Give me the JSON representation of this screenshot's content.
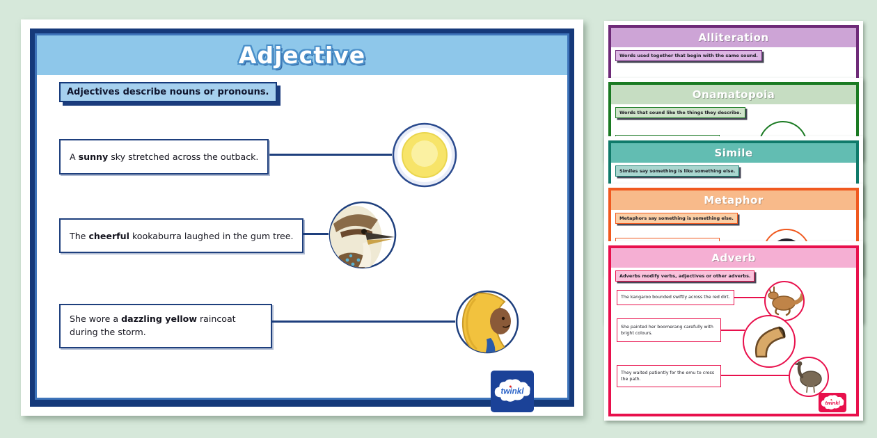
{
  "background_color": "#d6e8da",
  "main_poster": {
    "title": "Adjective",
    "accent_color": "#15397a",
    "header_color": "#8ec7ea",
    "definition": "Adjectives describe nouns or pronouns.",
    "sentences": [
      {
        "before": "A ",
        "bold": "sunny",
        "after": " sky stretched across the outback.",
        "image": "sun"
      },
      {
        "before": "The ",
        "bold": "cheerful",
        "after": " kookaburra laughed in the gum tree.",
        "image": "kookaburra"
      },
      {
        "before": "She wore a ",
        "bold": "dazzling yellow",
        "after": " raincoat during the storm.",
        "image": "girl-in-yellow-raincoat"
      }
    ],
    "logo_text": "twinkl"
  },
  "stack_cards": [
    {
      "title": "Alliteration",
      "definition": "Words used together that begin with the same sound.",
      "accent_color": "#6e2a78",
      "header_color": "#cda4d6"
    },
    {
      "title": "Onamatopoia",
      "definition": "Words that sound like the things they describe.",
      "accent_color": "#1a7a22",
      "header_color": "#c6ddc2",
      "partial_image": "animal"
    },
    {
      "title": "Simile",
      "definition": "Similes say something is like something else.",
      "accent_color": "#0f7a6a",
      "header_color": "#62bdb2"
    },
    {
      "title": "Metaphor",
      "definition": "Metaphors say something is something else.",
      "accent_color": "#f0591f",
      "header_color": "#f8ba8a",
      "partial_image": "dark-circle"
    },
    {
      "title": "Adverb",
      "definition": "Adverbs modify verbs, adjectives or other adverbs.",
      "accent_color": "#e8104c",
      "header_color": "#f5afd3",
      "sentences": [
        {
          "text": "The kangaroo bounded swiftly across the red dirt.",
          "image": "kangaroo"
        },
        {
          "text": "She painted her boomerang carefully with bright colours.",
          "image": "boomerang"
        },
        {
          "text": "They waited patiently for the emu to cross the path.",
          "image": "emu"
        }
      ],
      "logo_text": "twinkl"
    }
  ]
}
